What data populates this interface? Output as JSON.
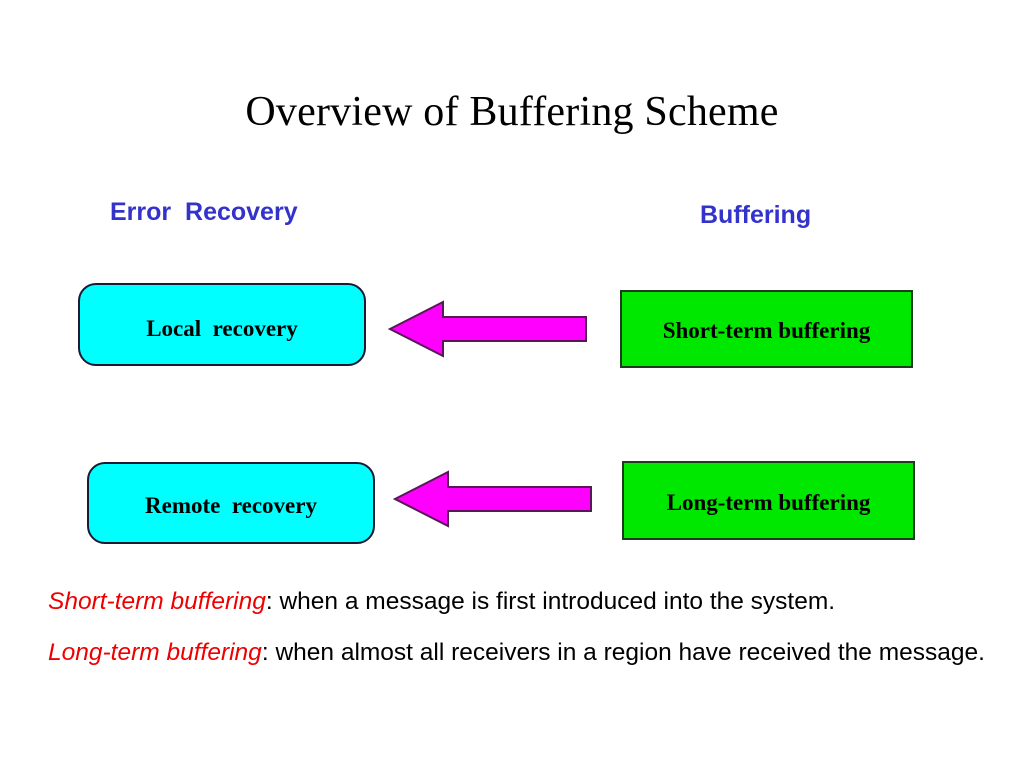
{
  "slide": {
    "title": "Overview of Buffering Scheme",
    "background_color": "#ffffff"
  },
  "columns": {
    "left_header": "Error  Recovery",
    "right_header": "Buffering",
    "header_color": "#3333cc"
  },
  "diagram": {
    "rows": [
      {
        "recovery_box": {
          "label": "Local  recovery",
          "fill": "#00ffff",
          "border": "#1a1a33",
          "shape": "rounded-rectangle"
        },
        "arrow": {
          "name": "left-arrow",
          "direction": "left",
          "fill": "#ff00ff",
          "border": "#551a55"
        },
        "buffering_box": {
          "label": "Short-term buffering",
          "fill": "#00e800",
          "border": "#1f3a1f",
          "shape": "rectangle"
        }
      },
      {
        "recovery_box": {
          "label": "Remote  recovery",
          "fill": "#00ffff",
          "border": "#1a1a33",
          "shape": "rounded-rectangle"
        },
        "arrow": {
          "name": "left-arrow",
          "direction": "left",
          "fill": "#ff00ff",
          "border": "#551a55"
        },
        "buffering_box": {
          "label": "Long-term buffering",
          "fill": "#00e800",
          "border": "#1f3a1f",
          "shape": "rectangle"
        }
      }
    ]
  },
  "notes": [
    {
      "term": "Short-term buffering",
      "definition": ": when a message is first introduced into the system.",
      "term_color": "#ee0000"
    },
    {
      "term": "Long-term buffering",
      "definition": ": when almost all receivers in a region have received the message.",
      "term_color": "#ee0000"
    }
  ]
}
